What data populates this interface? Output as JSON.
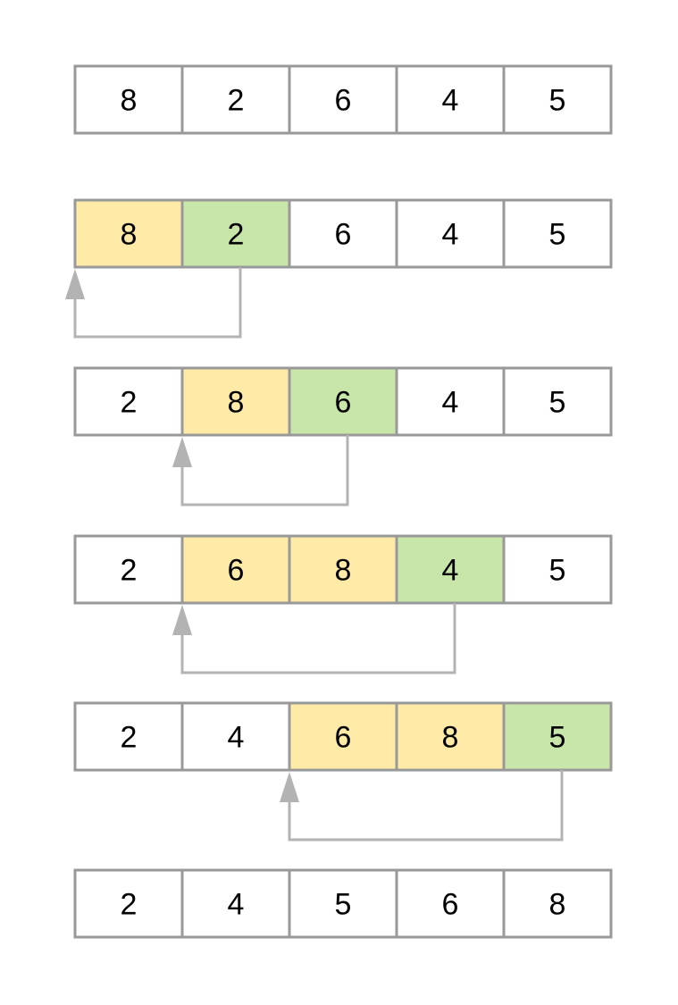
{
  "colors": {
    "background": "#ffffff",
    "cell_border": "#999999",
    "sorted_fill": "#ffeaa7",
    "current_fill": "#c8e6a9",
    "default_fill": "#ffffff",
    "arrow": "#b3b3b3",
    "text": "#000000"
  },
  "rows": [
    {
      "values": [
        "8",
        "2",
        "6",
        "4",
        "5"
      ],
      "states": [
        "plain",
        "plain",
        "plain",
        "plain",
        "plain"
      ],
      "arrow": null
    },
    {
      "values": [
        "8",
        "2",
        "6",
        "4",
        "5"
      ],
      "states": [
        "sorted",
        "current",
        "plain",
        "plain",
        "plain"
      ],
      "arrow": {
        "from_index": 1,
        "to_index": 0
      }
    },
    {
      "values": [
        "2",
        "8",
        "6",
        "4",
        "5"
      ],
      "states": [
        "plain",
        "sorted",
        "current",
        "plain",
        "plain"
      ],
      "arrow": {
        "from_index": 2,
        "to_index": 1
      }
    },
    {
      "values": [
        "2",
        "6",
        "8",
        "4",
        "5"
      ],
      "states": [
        "plain",
        "sorted",
        "sorted",
        "current",
        "plain"
      ],
      "arrow": {
        "from_index": 3,
        "to_index": 1
      }
    },
    {
      "values": [
        "2",
        "4",
        "6",
        "8",
        "5"
      ],
      "states": [
        "plain",
        "plain",
        "sorted",
        "sorted",
        "current"
      ],
      "arrow": {
        "from_index": 4,
        "to_index": 2
      }
    },
    {
      "values": [
        "2",
        "4",
        "5",
        "6",
        "8"
      ],
      "states": [
        "plain",
        "plain",
        "plain",
        "plain",
        "plain"
      ],
      "arrow": null
    }
  ]
}
